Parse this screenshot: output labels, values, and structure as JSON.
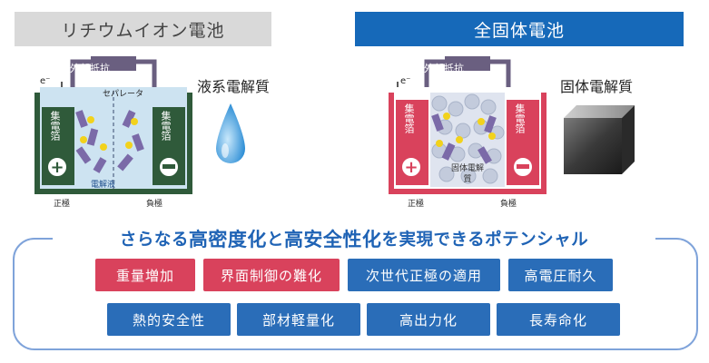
{
  "headers": {
    "liquid": "リチウムイオン電池",
    "solid": "全固体電池"
  },
  "liquid_cell": {
    "circuit": "外部抵抗",
    "electron": "e⁻",
    "separator": "セパレータ",
    "left_collector": "集電箔",
    "right_collector": "集電箔",
    "electrolyte": "電解液",
    "positive": "正極",
    "negative": "負極",
    "side_label": "液系電解質"
  },
  "solid_cell": {
    "circuit": "外部抵抗",
    "electron": "e⁻",
    "left_collector": "集電箔",
    "right_collector": "集電箔",
    "electrolyte": "固体電解質",
    "positive": "正極",
    "negative": "負極",
    "side_label": "固体電解質"
  },
  "slogan": {
    "p1": "さらなる",
    "p2": "高密度化",
    "p3": "と",
    "p4": "高安全性化",
    "p5": "を実現できるポテンシャル"
  },
  "tags": [
    {
      "label": "重量増加",
      "color": "#d9425c"
    },
    {
      "label": "界面制御の難化",
      "color": "#d9425c"
    },
    {
      "label": "次世代正極の適用",
      "color": "#2a6db8"
    },
    {
      "label": "高電圧耐久",
      "color": "#2a6db8"
    },
    {
      "label": "熱的安全性",
      "color": "#2a6db8"
    },
    {
      "label": "部材軽量化",
      "color": "#2a6db8"
    },
    {
      "label": "高出力化",
      "color": "#2a6db8"
    },
    {
      "label": "長寿命化",
      "color": "#2a6db8"
    }
  ],
  "colors": {
    "accent": "#1f63b5",
    "liquid_frame": "#2f5a3a",
    "solid_frame": "#d9425c"
  }
}
